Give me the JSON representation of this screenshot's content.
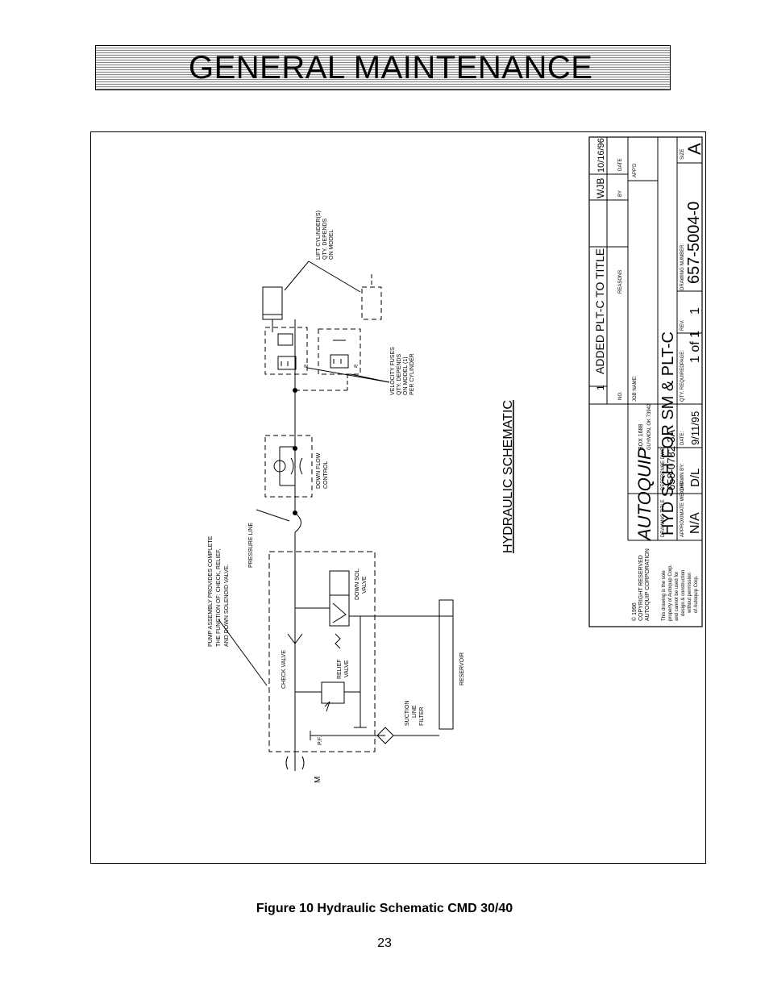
{
  "header": {
    "title": "GENERAL MAINTENANCE"
  },
  "schematic": {
    "heading": "HYDRAULIC SCHEMATIC",
    "labels": {
      "lift_cylinder": [
        "LIFT CYLINDER(S)",
        "QTY. DEPENDS",
        "ON MODEL"
      ],
      "velocity_fuses": [
        "VELOCITY FUSES",
        "QTY. DEPENDS",
        "ON MODEL (1)",
        "PER CYLINDER"
      ],
      "down_flow_control": [
        "DOWN FLOW",
        "CONTROL"
      ],
      "pressure_line": "PRESSURE LINE",
      "pump_assembly": [
        "PUMP ASSEMBLY PROVIDES COMPLETE",
        "THE FUNCTION OF: CHECK, RELIEF,",
        "AND DOWN SOLENOID VALVE."
      ],
      "down_sol_valve": [
        "DOWN SOL.",
        "VALVE"
      ],
      "check_valve": "CHECK VALVE",
      "relief_valve": [
        "RELIEF",
        "VALVE"
      ],
      "reservoir": "RESERVOIR",
      "suction_filter": [
        "SUCTION",
        "LINE",
        "FILTER"
      ],
      "pf": "P.F.",
      "motor": "M",
      "w": "W"
    },
    "title_block": {
      "rev_no": "1",
      "rev_desc": "ADDED PLT-C TO TITLE",
      "rev_by": "WJB",
      "rev_date": "10/16/96",
      "hdr_no": "NO.",
      "hdr_reasons": "REASONS",
      "hdr_by": "BY",
      "hdr_date": "DATE",
      "hdr_appd": "APP'D",
      "job_name_label": "JOB NAME:",
      "drawing_title_label": "DRAWING TITLE",
      "drawing_title": "HYD SCH FOR SM & PLT-C",
      "drawing_number_label": "DRAWING NUMBER:",
      "drawing_number": "657-5004-0",
      "size_label": "SIZE",
      "size": "A",
      "qty_required_label": "QTY. REQUIRED",
      "page_label": "PAGE:",
      "page_value": "1 of 1",
      "rev_label": "REV.",
      "rev_value": "1",
      "company": "AUTOQUIP",
      "company_box": "BOX 1688",
      "company_city": "GUYMON, OK 73942",
      "reference_dwg_label": "REFERENCE DWG.",
      "reference_dwg": "658-0732-3A",
      "drawn_by_label": "DRAWN BY:",
      "drawn_by": "D/L",
      "date_label": "DATE:",
      "date_value": "9/11/95",
      "weight_label": "APPROXIMATE WEIGHT:",
      "weight_value": "N/A",
      "copyright": [
        "© 1996",
        "COPYRIGHT RESERVED",
        "AUTOQUIP CORPORATION"
      ],
      "property_notice": [
        "This drawing is the sole",
        "property of Autoquip Corp.",
        "and cannot be used for",
        "design & construction",
        "without permission",
        "of Autoquip Corp."
      ]
    }
  },
  "caption": "Figure 10  Hydraulic Schematic CMD 30/40",
  "page_number": "23"
}
